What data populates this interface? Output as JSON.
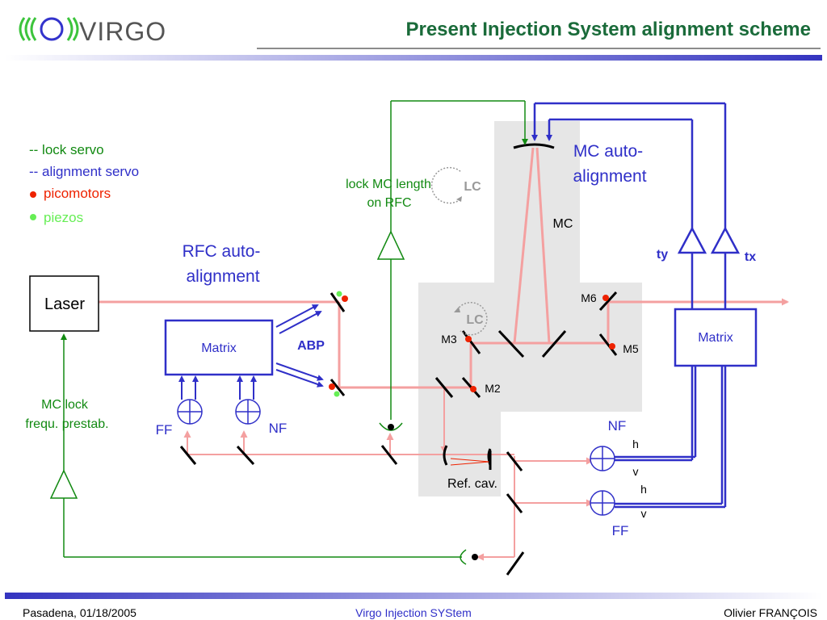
{
  "logo": {
    "mark": "((O))",
    "text": "VIRGO"
  },
  "title": "Present Injection System alignment scheme",
  "legend": {
    "lock_servo": "-- lock servo",
    "alignment_servo": "-- alignment servo",
    "picomotors": "picomotors",
    "piezos": "piezos"
  },
  "labels": {
    "laser": "Laser",
    "rfc_auto_1": "RFC auto-",
    "rfc_auto_2": "alignment",
    "matrix_left": "Matrix",
    "abp": "ABP",
    "ff_left": "FF",
    "nf_left": "NF",
    "mc_lock_1": "MC lock",
    "mc_lock_2": "frequ. prestab.",
    "lock_mc_1": "lock MC length",
    "lock_mc_2": "on RFC",
    "lc_top": "LC",
    "lc_bottom": "LC",
    "mc": "MC",
    "mc_auto_1": "MC auto-",
    "mc_auto_2": "alignment",
    "ty": "ty",
    "tx": "tx",
    "matrix_right": "Matrix",
    "m2": "M2",
    "m3": "M3",
    "m5": "M5",
    "m6": "M6",
    "ref_cav": "Ref. cav.",
    "nf_right": "NF",
    "ff_right": "FF",
    "h1": "h",
    "v1": "v",
    "h2": "h",
    "v2": "v"
  },
  "footer": {
    "left": "Pasadena, 01/18/2005",
    "center": "Virgo Injection SYStem",
    "right": "Olivier FRANÇOIS"
  },
  "colors": {
    "title": "#1a6b3a",
    "lock_servo": "#128a12",
    "alignment_servo": "#2f2fc8",
    "beam": "#f4a0a0",
    "picomotor": "#ee2200",
    "piezo": "#66ee55",
    "gray_region": "#e6e6e6",
    "footer_center": "#2f2fc8"
  }
}
